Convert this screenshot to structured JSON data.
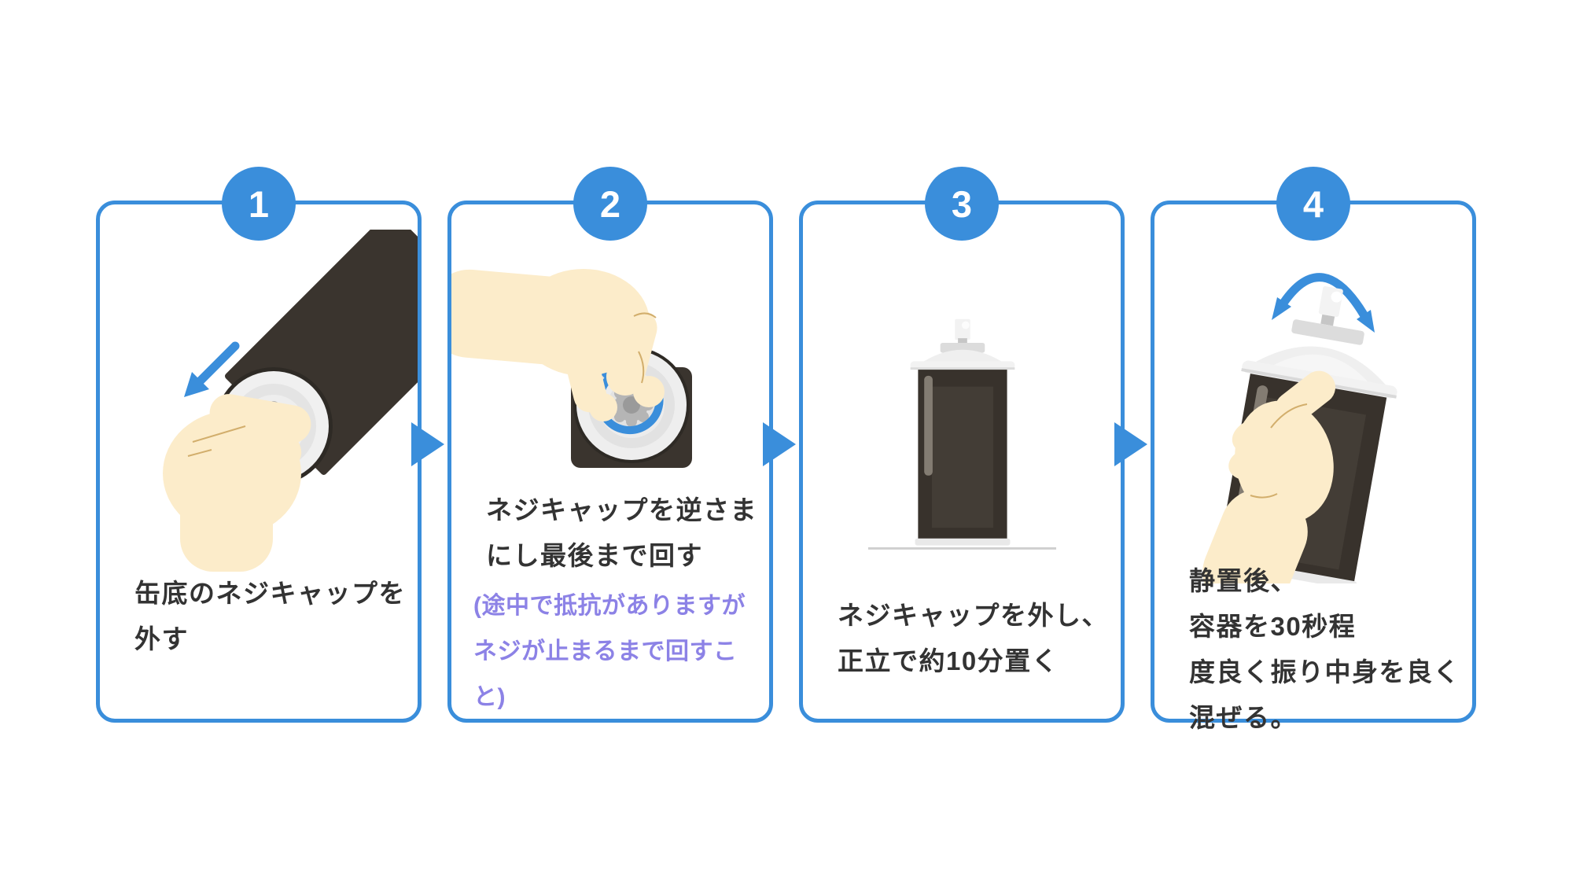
{
  "page": {
    "background": "#ffffff",
    "type": "step-instruction-infographic"
  },
  "colors": {
    "accent_blue": "#3a8edb",
    "note_purple": "#8c82e6",
    "text_dark": "#333333",
    "can_dark": "#3a342e",
    "can_rim_dark": "#2e2a25",
    "cap_light": "#eeeeee",
    "gear_gray": "#b5b5b5",
    "skin": "#fcecca",
    "crease": "#d2ae6c",
    "ground_line": "#cfcfcf"
  },
  "steps": [
    {
      "number": "1",
      "caption": "缶底のネジキャップを\n外す",
      "illustration": "hand-removing-screw-cap-from-tilted-can",
      "icon": "down-left-arrow-icon"
    },
    {
      "number": "2",
      "caption": "ネジキャップを逆さま\nにし最後まで回す",
      "note": "(途中で抵抗がありますが\nネジが止まるまで回すこ\nと)",
      "illustration": "hand-turning-inverted-screw-cap",
      "icon": "rotate-arrow-icon"
    },
    {
      "number": "3",
      "caption": "ネジキャップを外し、\n正立で約10分置く",
      "illustration": "upright-spray-can",
      "icon": null
    },
    {
      "number": "4",
      "caption": "静置後、容器を30秒程\n度良く振り中身を良く\n混ぜる。",
      "illustration": "hand-shaking-spray-can",
      "icon": "shake-arrows-icon"
    }
  ],
  "connectors": [
    {
      "icon": "arrow-right-icon"
    },
    {
      "icon": "arrow-right-icon"
    },
    {
      "icon": "arrow-right-icon"
    }
  ]
}
